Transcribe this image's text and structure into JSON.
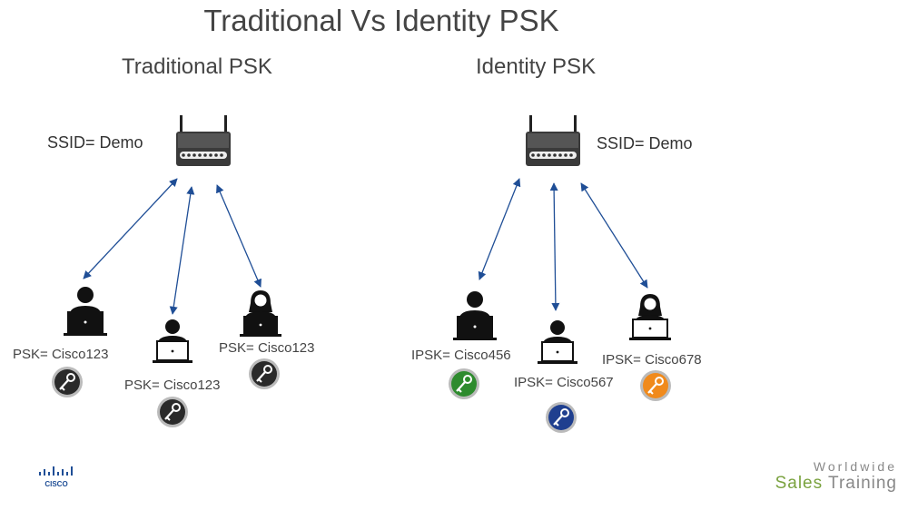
{
  "title": "Traditional Vs Identity PSK",
  "left": {
    "heading": "Traditional PSK",
    "ssid": "SSID= Demo",
    "clients": [
      {
        "psk": "PSK= Cisco123",
        "key_color": "#2a2a2a"
      },
      {
        "psk": "PSK= Cisco123",
        "key_color": "#2a2a2a"
      },
      {
        "psk": "PSK= Cisco123",
        "key_color": "#2a2a2a"
      }
    ]
  },
  "right": {
    "heading": "Identity PSK",
    "ssid": "SSID= Demo",
    "clients": [
      {
        "psk": "IPSK= Cisco456",
        "key_color": "#2e8b2e"
      },
      {
        "psk": "IPSK= Cisco567",
        "key_color": "#1f3f8f"
      },
      {
        "psk": "IPSK= Cisco678",
        "key_color": "#f08a1c"
      }
    ]
  },
  "logo": {
    "text": "CISCO"
  },
  "branding": {
    "line1": "Worldwide",
    "sales": "Sales",
    "training": "Training"
  },
  "icons": {
    "router": "wireless-router-icon",
    "male_user": "user-laptop-icon",
    "female_user": "user-female-laptop-icon",
    "key": "key-badge-icon",
    "arrow": "double-arrow"
  },
  "colors": {
    "arrow": "#1f4e96"
  }
}
